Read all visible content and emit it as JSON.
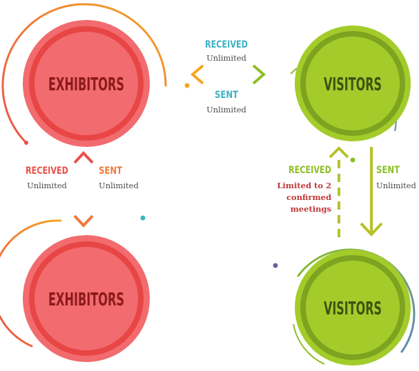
{
  "nodes": {
    "exhibitors_top": {
      "label": "EXHIBITORS"
    },
    "visitors_top": {
      "label": "VISITORS"
    },
    "exhibitors_bottom": {
      "label": "EXHIBITORS"
    },
    "visitors_bottom": {
      "label": "VISITORS"
    }
  },
  "links": {
    "top_received": {
      "title": "RECEIVED",
      "value": "Unlimited"
    },
    "top_sent": {
      "title": "SENT",
      "value": "Unlimited"
    },
    "left_received": {
      "title": "RECEIVED",
      "value": "Unlimited"
    },
    "left_sent": {
      "title": "SENT",
      "value": "Unlimited"
    },
    "right_received": {
      "title": "RECEIVED",
      "limited": [
        "Limited to 2",
        "confirmed",
        "meetings"
      ]
    },
    "right_sent": {
      "title": "SENT",
      "value": "Unlimited"
    }
  },
  "colors": {
    "exhibitor_fill": "#f26b6e",
    "exhibitor_ring": "#e84545",
    "exhibitor_text": "#8b1a1a",
    "visitor_fill": "#a3cc2b",
    "visitor_ring": "#7ea320",
    "visitor_text": "#3d5410",
    "teal": "#3bb3c3",
    "green": "#8cbf26",
    "orange": "#f5a623",
    "red": "#e8524a",
    "dark_red": "#c0393b",
    "olive": "#b5c22a",
    "blue": "#5b86b5",
    "purple": "#6b5fa6"
  }
}
